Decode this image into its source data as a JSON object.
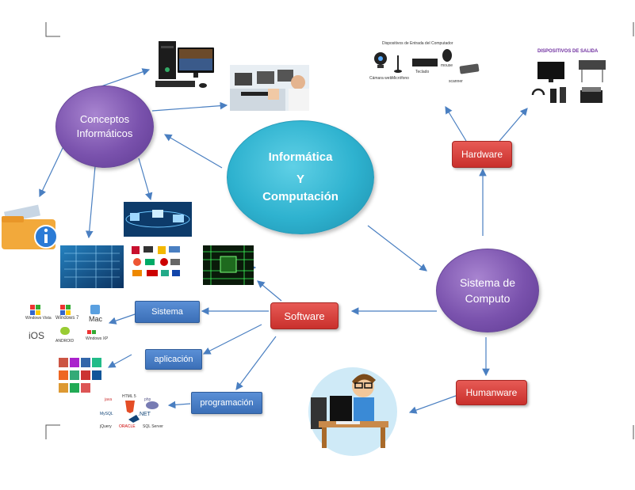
{
  "central": {
    "line1": "Informática",
    "line2": "Y",
    "line3": "Computación"
  },
  "conceptos": {
    "line1": "Conceptos",
    "line2": "Informáticos"
  },
  "sistema_computo": {
    "line1": "Sistema de",
    "line2": "Computo"
  },
  "hardware": {
    "label": "Hardware"
  },
  "software": {
    "label": "Software"
  },
  "humanware": {
    "label": "Humanware"
  },
  "software_types": {
    "sistema": "Sistema",
    "aplicacion": "aplicación",
    "programacion": "programación"
  },
  "entrada": {
    "title": "Dispositivos de Entrada del Computador",
    "items": [
      "Cámara web",
      "Micrófono",
      "Teclado",
      "mouse",
      "scanner"
    ]
  },
  "salida": {
    "title": "DISPOSITIVOS DE SALIDA"
  },
  "os_logos": [
    "Windows Vista",
    "Windows 7",
    "Mac",
    "iOS",
    "ANDROID",
    "Windows XP"
  ],
  "dev_logos": [
    "java",
    "HTML 5",
    "php",
    "MySQL",
    ".NET",
    "jQuery",
    "ORACLE",
    "SQL Server"
  ],
  "colors": {
    "arrow": "#4a7fc1",
    "purple": "#7a52ad",
    "teal": "#2eb2cf",
    "red": "#c9302c",
    "blue": "#3b6fb7"
  }
}
